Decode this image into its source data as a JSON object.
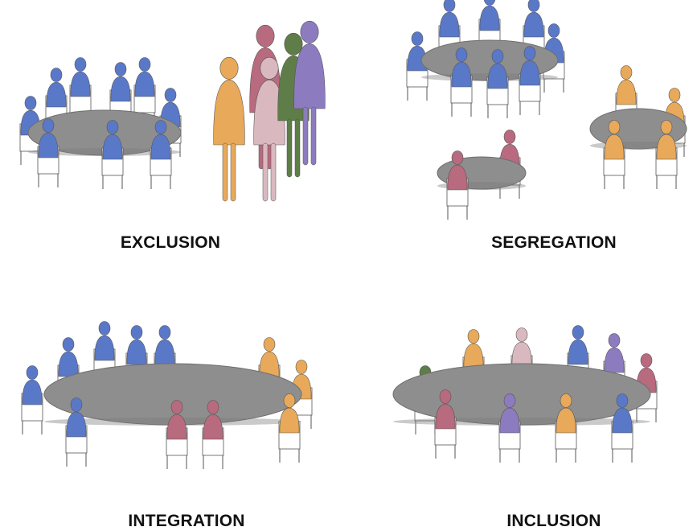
{
  "panels": {
    "exclusion": {
      "label": "EXCLUSION"
    },
    "segregation": {
      "label": "SEGREGATION"
    },
    "integration": {
      "label": "INTEGRATION"
    },
    "inclusion": {
      "label": "INCLUSION"
    }
  },
  "colors": {
    "blue": "#5a78c8",
    "orange": "#e8a95a",
    "mauve": "#b86a7e",
    "pink": "#d9b9bf",
    "green": "#5e7d48",
    "purple": "#8d7bc0",
    "table": "#8e8e8e",
    "chair": "#ffffff",
    "line": "#555555"
  }
}
